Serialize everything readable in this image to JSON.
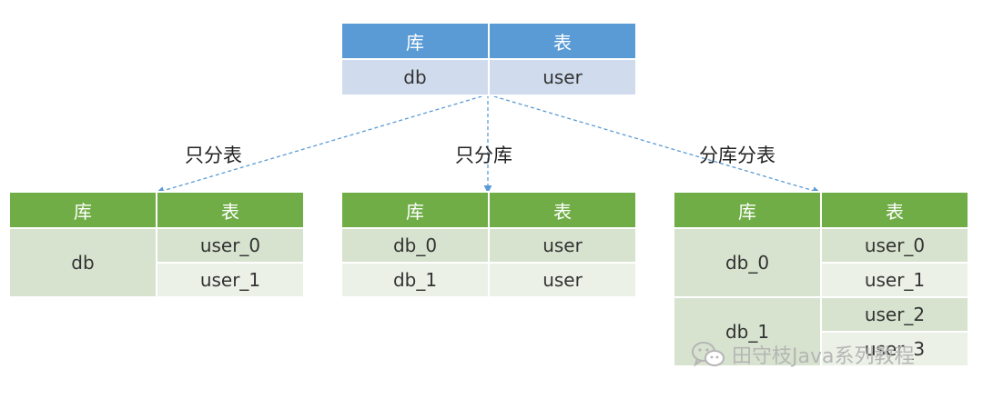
{
  "top_table": {
    "headers": [
      "库",
      "表"
    ],
    "row": [
      "db",
      "user"
    ]
  },
  "branches": [
    {
      "label": "只分表"
    },
    {
      "label": "只分库"
    },
    {
      "label": "分库分表"
    }
  ],
  "table_a": {
    "headers": [
      "库",
      "表"
    ],
    "db": "db",
    "tables": [
      "user_0",
      "user_1"
    ]
  },
  "table_b": {
    "headers": [
      "库",
      "表"
    ],
    "rows": [
      [
        "db_0",
        "user"
      ],
      [
        "db_1",
        "user"
      ]
    ]
  },
  "table_c": {
    "headers": [
      "库",
      "表"
    ],
    "groups": [
      {
        "db": "db_0",
        "tables": [
          "user_0",
          "user_1"
        ]
      },
      {
        "db": "db_1",
        "tables": [
          "user_2",
          "user_3"
        ]
      }
    ]
  },
  "watermark": {
    "text": "田守枝Java系列教程",
    "icon": "wechat-icon"
  },
  "colors": {
    "blue_header": "#5b9bd5",
    "blue_cell": "#d0dcee",
    "green_header": "#70ad47",
    "green_dark": "#d7e3cf",
    "green_light": "#ebf1e7",
    "arrow": "#5b9bd5"
  }
}
